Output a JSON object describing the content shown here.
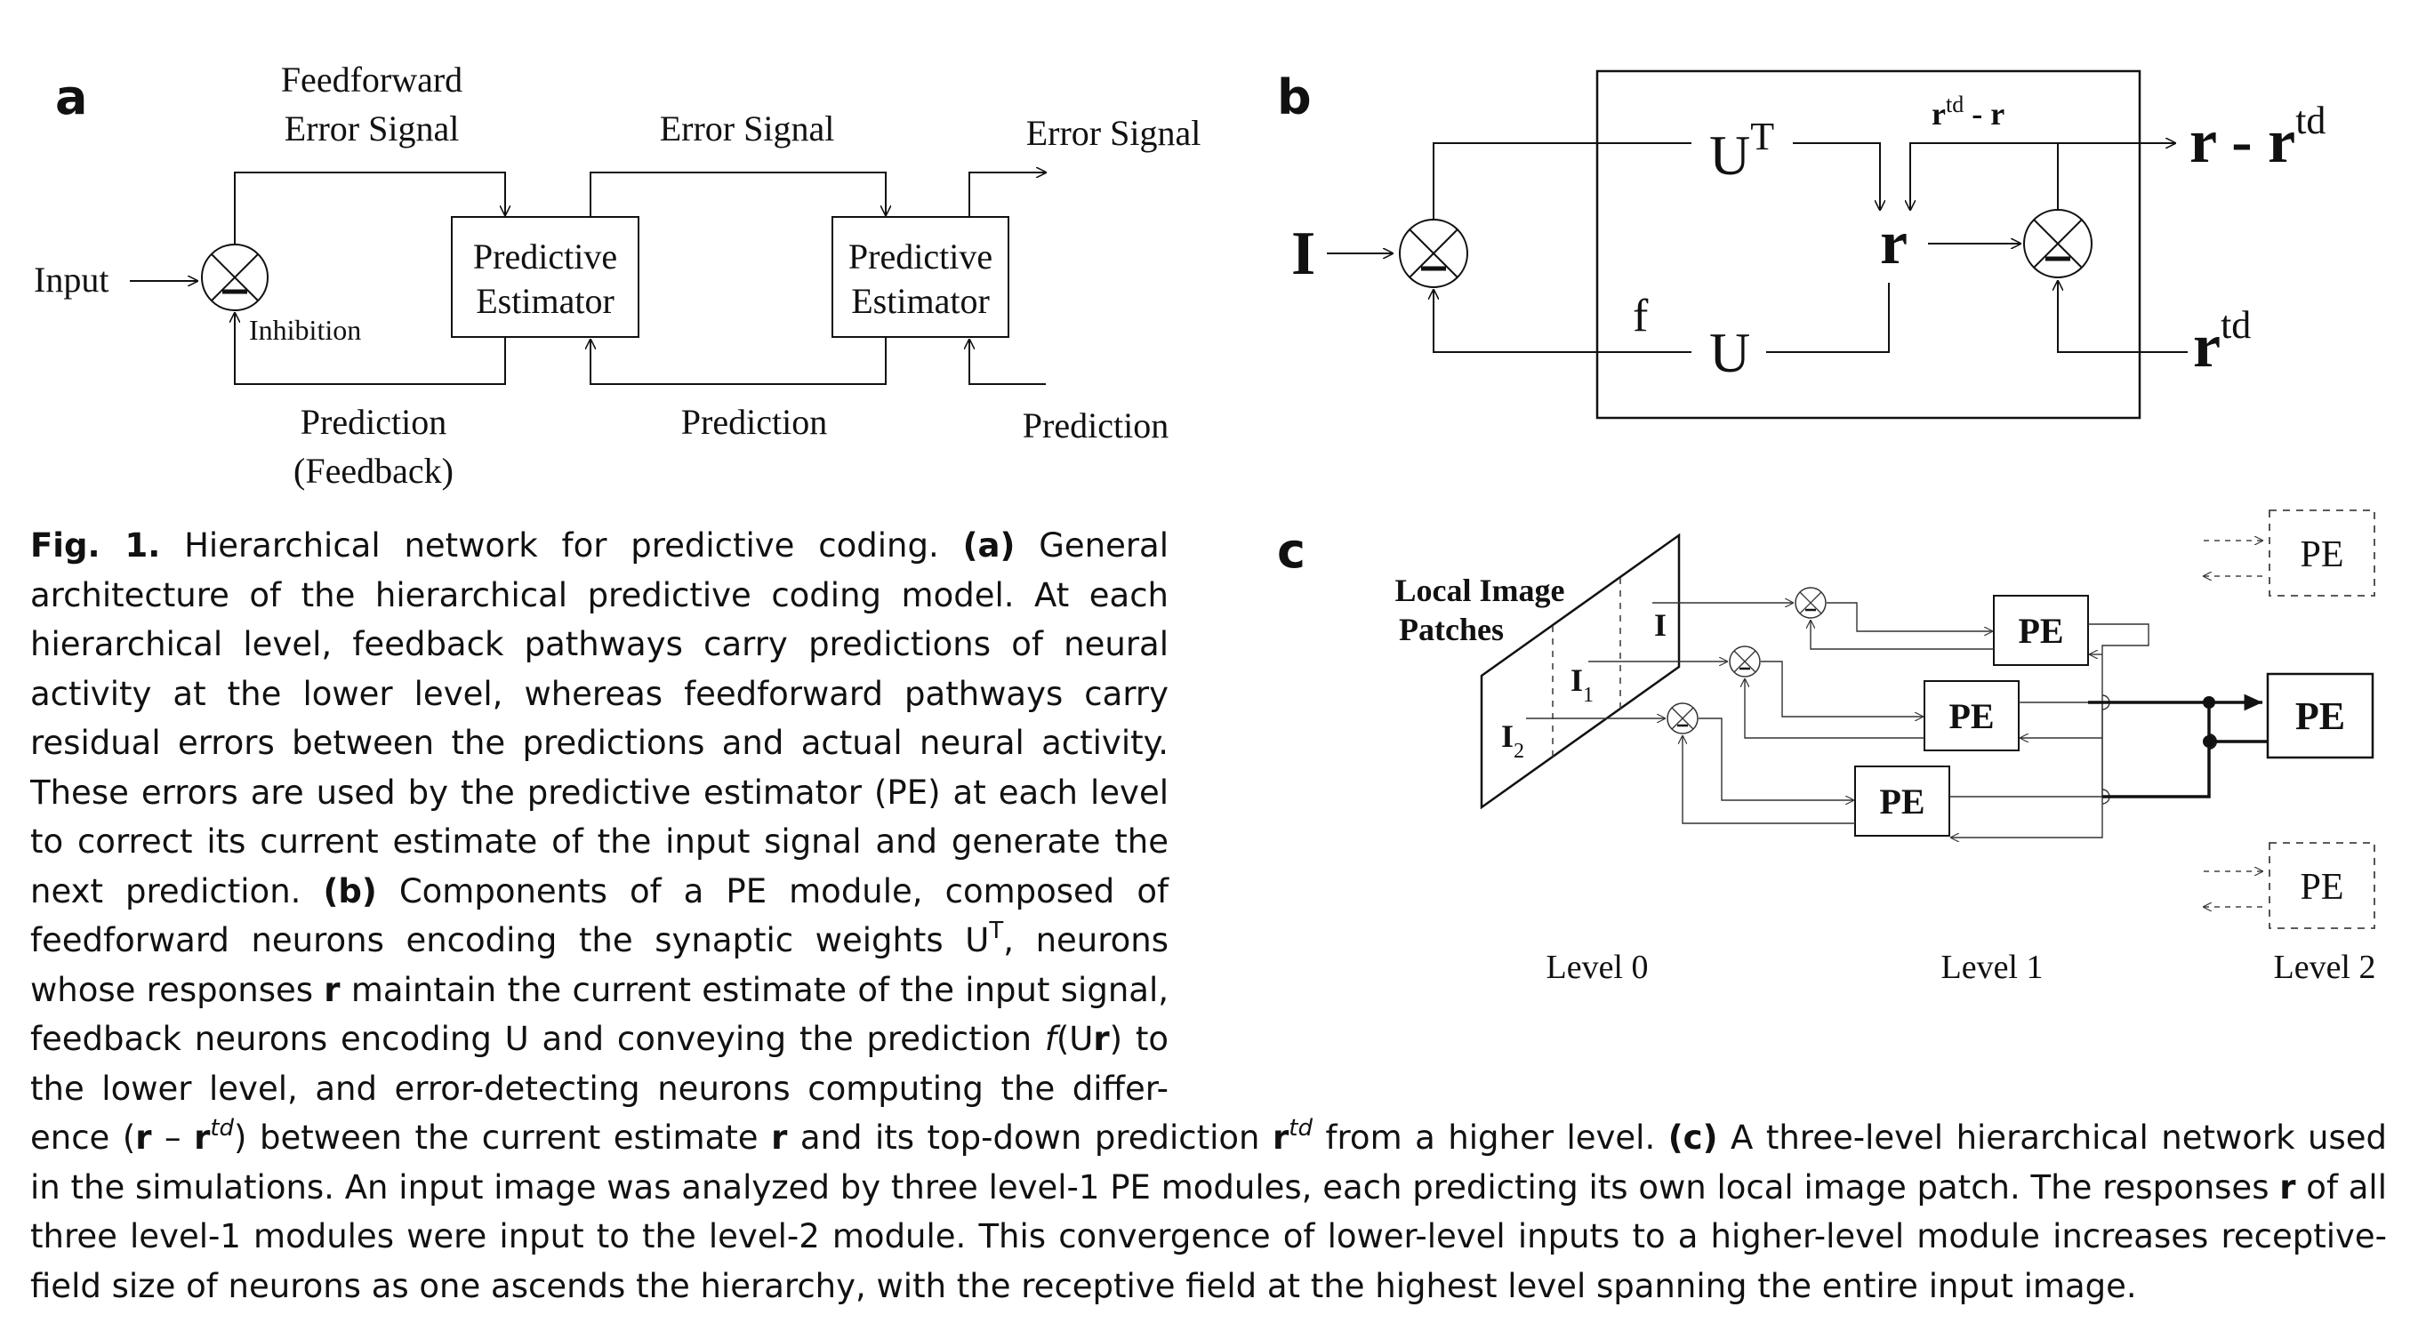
{
  "panel_a": {
    "label": "a",
    "feedforward_error": [
      "Feedforward",
      "Error Signal"
    ],
    "error_signal_mid": "Error Signal",
    "error_signal_right": "Error Signal",
    "input": "Input",
    "inhibition": "Inhibition",
    "predictive_estimator_1": [
      "Predictive",
      "Estimator"
    ],
    "predictive_estimator_2": [
      "Predictive",
      "Estimator"
    ],
    "prediction_feedback": [
      "Prediction",
      "(Feedback)"
    ],
    "prediction_mid": "Prediction",
    "prediction_right": "Prediction",
    "minus": "–"
  },
  "panel_b": {
    "label": "b",
    "input_I": "I",
    "UT_base": "U",
    "UT_sup": "T",
    "U": "U",
    "f": "f",
    "r": "r",
    "rtd_minus_r_base": "r",
    "rtd_minus_r_sup": "td",
    "rtd_minus_r_tail": " - r",
    "out_base": "r - r",
    "out_sup": "td",
    "rtd_base": "r",
    "rtd_sup": "td",
    "minus": "–"
  },
  "panel_c": {
    "label": "c",
    "local_image_patches": [
      "Local Image",
      "Patches"
    ],
    "I": "I",
    "I1_base": "I",
    "I1_sub": "1",
    "I2_base": "I",
    "I2_sub": "2",
    "pe": "PE",
    "level0": "Level 0",
    "level1": "Level 1",
    "level2": "Level 2",
    "minus": "–"
  },
  "caption": {
    "fig_label": "Fig. 1.",
    "l1": " Hierarchical network for predictive coding. ",
    "a_label": "(a)",
    "l1b": " General",
    "l2": "architecture of the hierarchical predictive coding model. At each",
    "l3": "hierarchical level, feedback pathways carry predictions of neural",
    "l4": "activity at the lower level, whereas feedforward pathways carry",
    "l5": "residual errors between the predictions and actual neural activity.",
    "l6": "These errors are used by the predictive estimator (PE) at each level",
    "l7": "to correct its current estimate of the input signal and generate the",
    "l8a": "next prediction. ",
    "b_label": "(b)",
    "l8b": " Components of a PE module, composed of",
    "l9a": "feedforward neurons encoding the synaptic weights U",
    "l9sup": "T",
    "l9b": ", neurons",
    "l10a": "whose responses ",
    "l10r": "r",
    "l10b": " maintain the current estimate of the input signal,",
    "l11a": "feedback neurons encoding U and conveying the prediction ",
    "l11f": "f",
    "l11b": "(U",
    "l11r": "r",
    "l11c": ") to",
    "l12": "the lower level, and error-detecting neurons computing the differ-",
    "l13a": "ence (",
    "l13r1": "r",
    "l13b": " – ",
    "l13r2": "r",
    "l13sup1": "td",
    "l13c": ") between the current estimate ",
    "l13r3": "r",
    "l13d": " and its top-down prediction ",
    "l13r4": "r",
    "l13sup2": "td",
    "l13e": " from a higher level. ",
    "c_label": "(c)",
    "l13f": " A three-level hierarchical network used",
    "l14a": "in the simulations. An input image was analyzed by three level-1 PE modules, each predicting its own local image patch. The responses ",
    "l14r": "r",
    "l14b": " of all",
    "l15": "three level-1 modules were input to the level-2 module. This convergence of lower-level inputs to a higher-level module increases receptive-",
    "l16": "field size of neurons as one ascends the hierarchy, with the receptive field at the highest level spanning the entire input image."
  }
}
